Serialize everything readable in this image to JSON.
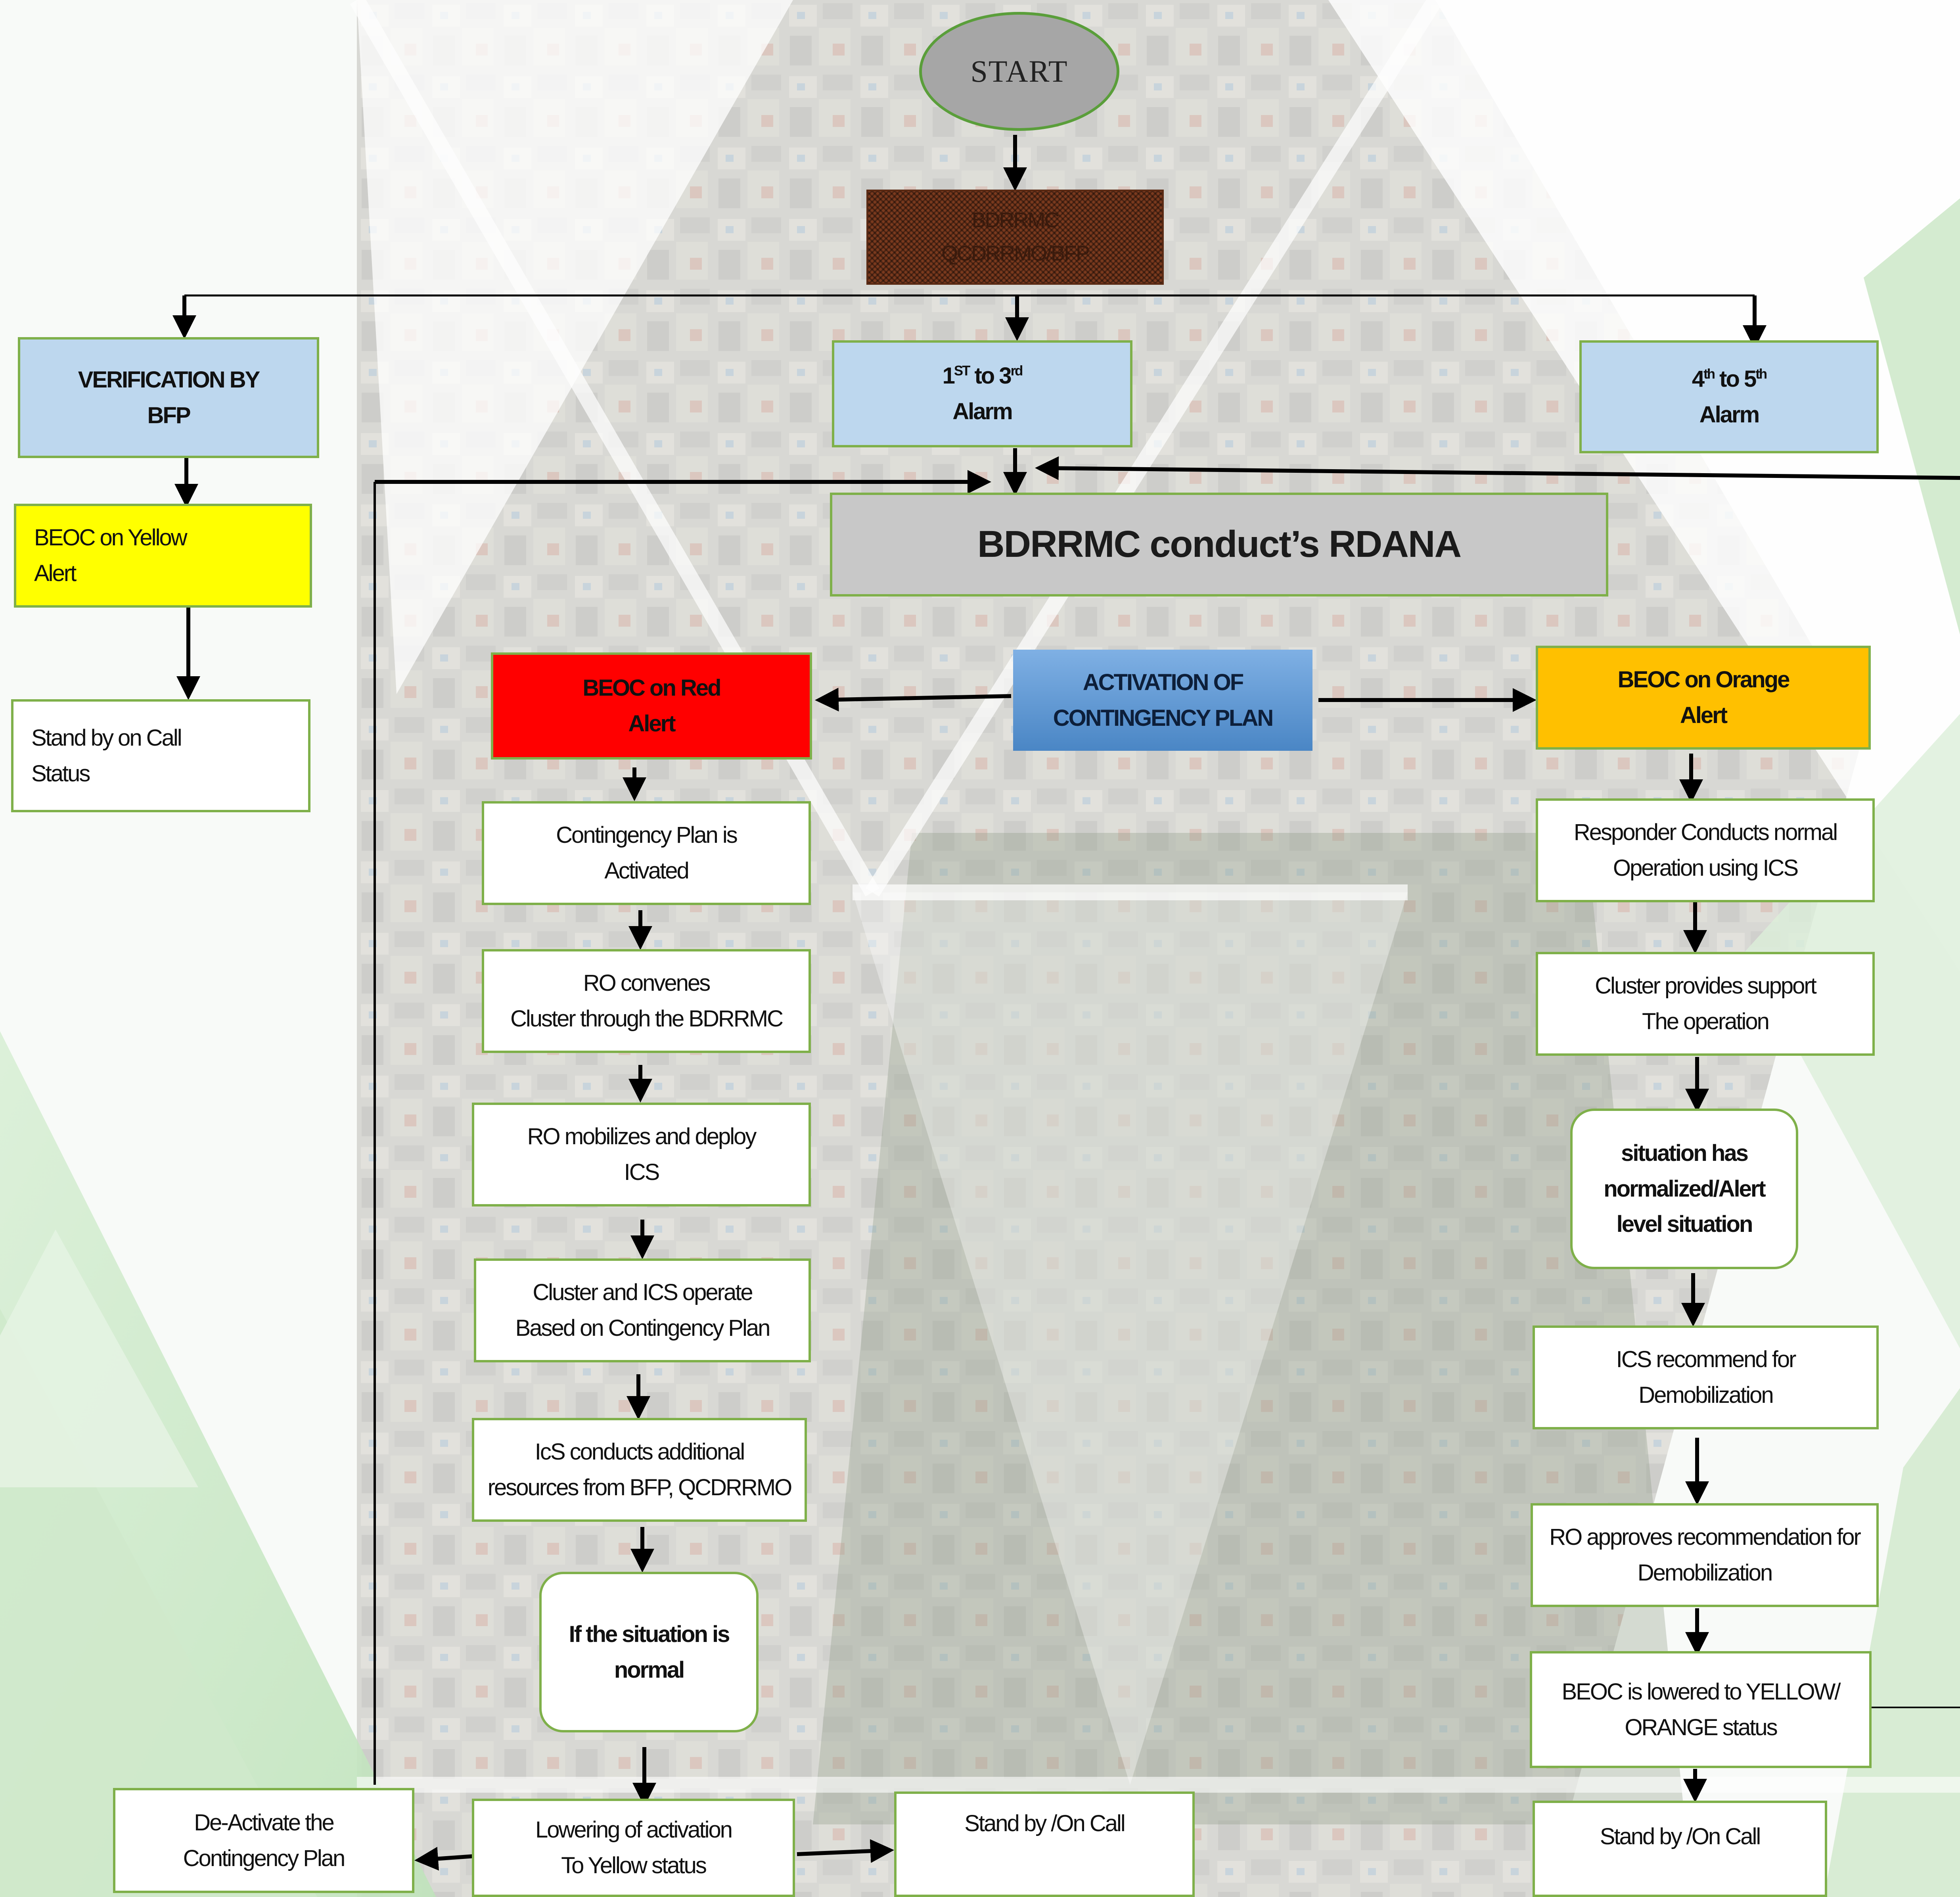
{
  "nodes": {
    "start": "START",
    "bdrrmc_qcdrrmo_bfp": {
      "line1": "BDRRMC",
      "line2": "QCDRRMO/BFP"
    },
    "verification": {
      "line1": "VERIFICATION BY",
      "line2": "BFP"
    },
    "alarm_1_3": {
      "from": "1",
      "from_sup": "ST",
      "to_word": " to 3",
      "to_sup": "rd",
      "line2": "Alarm"
    },
    "alarm_4_5": {
      "from": "4",
      "from_sup": "th",
      "to_word": " to 5",
      "to_sup": "th",
      "line2": "Alarm"
    },
    "yellow_alert": {
      "line1": "BEOC on Yellow",
      "line2": "Alert"
    },
    "standby_left": {
      "line1": "Stand by on Call",
      "line2": "Status"
    },
    "rdana": "BDRRMC conduct’s RDANA",
    "activation": {
      "line1": "ACTIVATION OF",
      "line2": "CONTINGENCY PLAN"
    },
    "red_alert": {
      "line1": "BEOC on Red",
      "line2": "Alert"
    },
    "orange_alert": {
      "line1": "BEOC on Orange",
      "line2": "Alert"
    },
    "red_steps": [
      {
        "line1": "Contingency Plan is",
        "line2": "Activated"
      },
      {
        "line1": "RO convenes",
        "line2": "Cluster through the BDRRMC"
      },
      {
        "line1": "RO mobilizes and deploy",
        "line2": "ICS"
      },
      {
        "line1": "Cluster and ICS operate",
        "line2": "Based on Contingency Plan"
      },
      {
        "line1": "IcS conducts additional",
        "line2": "resources from BFP, QCDRRMO"
      }
    ],
    "red_decision": {
      "line1": "If the situation is",
      "line2": "normal"
    },
    "lowering": {
      "line1": "Lowering of activation",
      "line2": "To Yellow status"
    },
    "deactivate": {
      "line1": "De-Activate the",
      "line2": "Contingency Plan"
    },
    "standby_center": "Stand by /On Call",
    "orange_steps": [
      {
        "line1": "Responder Conducts normal",
        "line2": "Operation using ICS"
      },
      {
        "line1": "Cluster provides support",
        "line2": "The operation"
      }
    ],
    "orange_decision": {
      "line1": "situation has",
      "line2": "normalized/Alert",
      "line3": "level situation"
    },
    "orange_steps_after": [
      {
        "line1": "ICS recommend for",
        "line2": "Demobilization"
      },
      {
        "line1": "RO approves recommendation for",
        "line2": "Demobilization"
      },
      {
        "line1": "BEOC is lowered to YELLOW/",
        "line2": "ORANGE status"
      }
    ],
    "standby_right": "Stand by /On Call"
  },
  "colors": {
    "box_border": "#7fb04a",
    "alarm_fill": "#bdd7ee",
    "yellow_alert": "#ffff00",
    "red_alert": "#ff0000",
    "orange_alert": "#ffc000",
    "rdana_fill": "#c8c8c8",
    "start_fill": "#a6a6a6",
    "connector": "#000000"
  }
}
